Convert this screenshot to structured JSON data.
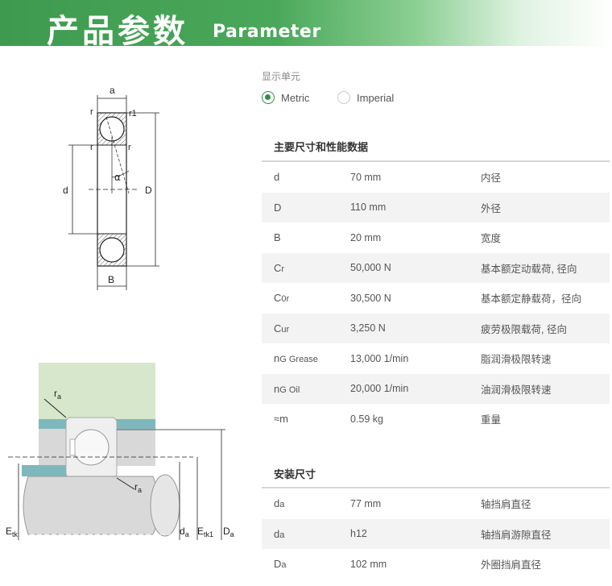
{
  "banner": {
    "title_cn": "产品参数",
    "title_en": "Parameter"
  },
  "units": {
    "label": "显示单元",
    "options": [
      {
        "label": "Metric",
        "checked": true
      },
      {
        "label": "Imperial",
        "checked": false
      }
    ]
  },
  "main_section": {
    "title": "主要尺寸和性能数据",
    "rows": [
      {
        "sym": "d",
        "sub": "",
        "value": "70 mm",
        "desc": "内径"
      },
      {
        "sym": "D",
        "sub": "",
        "value": "110 mm",
        "desc": "外径"
      },
      {
        "sym": "B",
        "sub": "",
        "value": "20 mm",
        "desc": "宽度"
      },
      {
        "sym": "C",
        "sub": "r",
        "value": "50,000 N",
        "desc": "基本额定动载荷, 径向"
      },
      {
        "sym": "C",
        "sub": "0r",
        "value": "30,500 N",
        "desc": "基本额定静载荷，径向"
      },
      {
        "sym": "C",
        "sub": "ur",
        "value": "3,250 N",
        "desc": "疲劳极限载荷, 径向"
      },
      {
        "sym": "n",
        "sub": "G Grease",
        "value": "13,000 1/min",
        "desc": "脂润滑极限转速"
      },
      {
        "sym": "n",
        "sub": "G Oil",
        "value": "20,000 1/min",
        "desc": "油润滑极限转速"
      },
      {
        "sym": "≈m",
        "sub": "",
        "value": "0.59 kg",
        "desc": "重量"
      }
    ]
  },
  "mount_section": {
    "title": "安装尺寸",
    "rows": [
      {
        "sym": "d",
        "sub": "a",
        "value": "77 mm",
        "desc": "轴挡肩直径"
      },
      {
        "sym": "d",
        "sub": "a",
        "value": "h12",
        "desc": "轴挡肩游隙直径"
      },
      {
        "sym": "D",
        "sub": "a",
        "value": "102 mm",
        "desc": "外圈挡肩直径"
      }
    ]
  },
  "bearing_diagram": {
    "labels": {
      "a": "a",
      "r": "r",
      "r1": "r1",
      "d": "d",
      "D": "D",
      "B": "B",
      "alpha": "α"
    }
  },
  "mount_diagram": {
    "labels": {
      "ra": "r",
      "ra_sub": "a",
      "Etk": "E",
      "Etk_sub": "tk",
      "da": "d",
      "da_sub": "a",
      "Etk1": "E",
      "Etk1_sub": "tk1",
      "Da": "D",
      "Da_sub": "a"
    }
  }
}
